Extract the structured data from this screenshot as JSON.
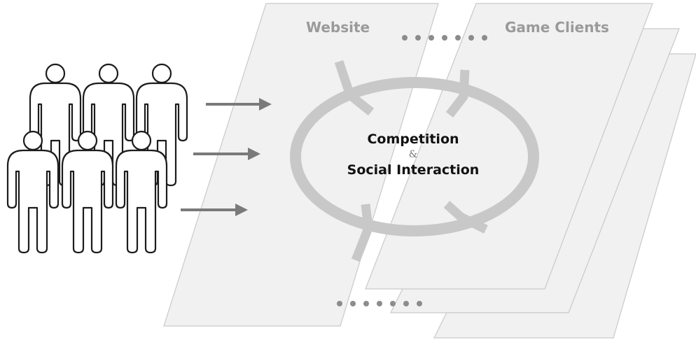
{
  "labels": {
    "website": "Website",
    "game_clients": "Game Clients"
  },
  "center": {
    "line1": "Competition",
    "amp": "&",
    "line2": "Social Interaction"
  },
  "icons": {
    "people": "person-icon",
    "arrows": "arrow-right-icon",
    "cycle": "cycle-arrows-icon"
  },
  "colors": {
    "plane_fill": "#f1f1f1",
    "plane_stroke": "#c9c9c9",
    "label_gray": "#9a9a9a",
    "arrow_gray": "#7a7a7a",
    "ring_gray": "#c8c8c8",
    "text_dark": "#111111"
  }
}
